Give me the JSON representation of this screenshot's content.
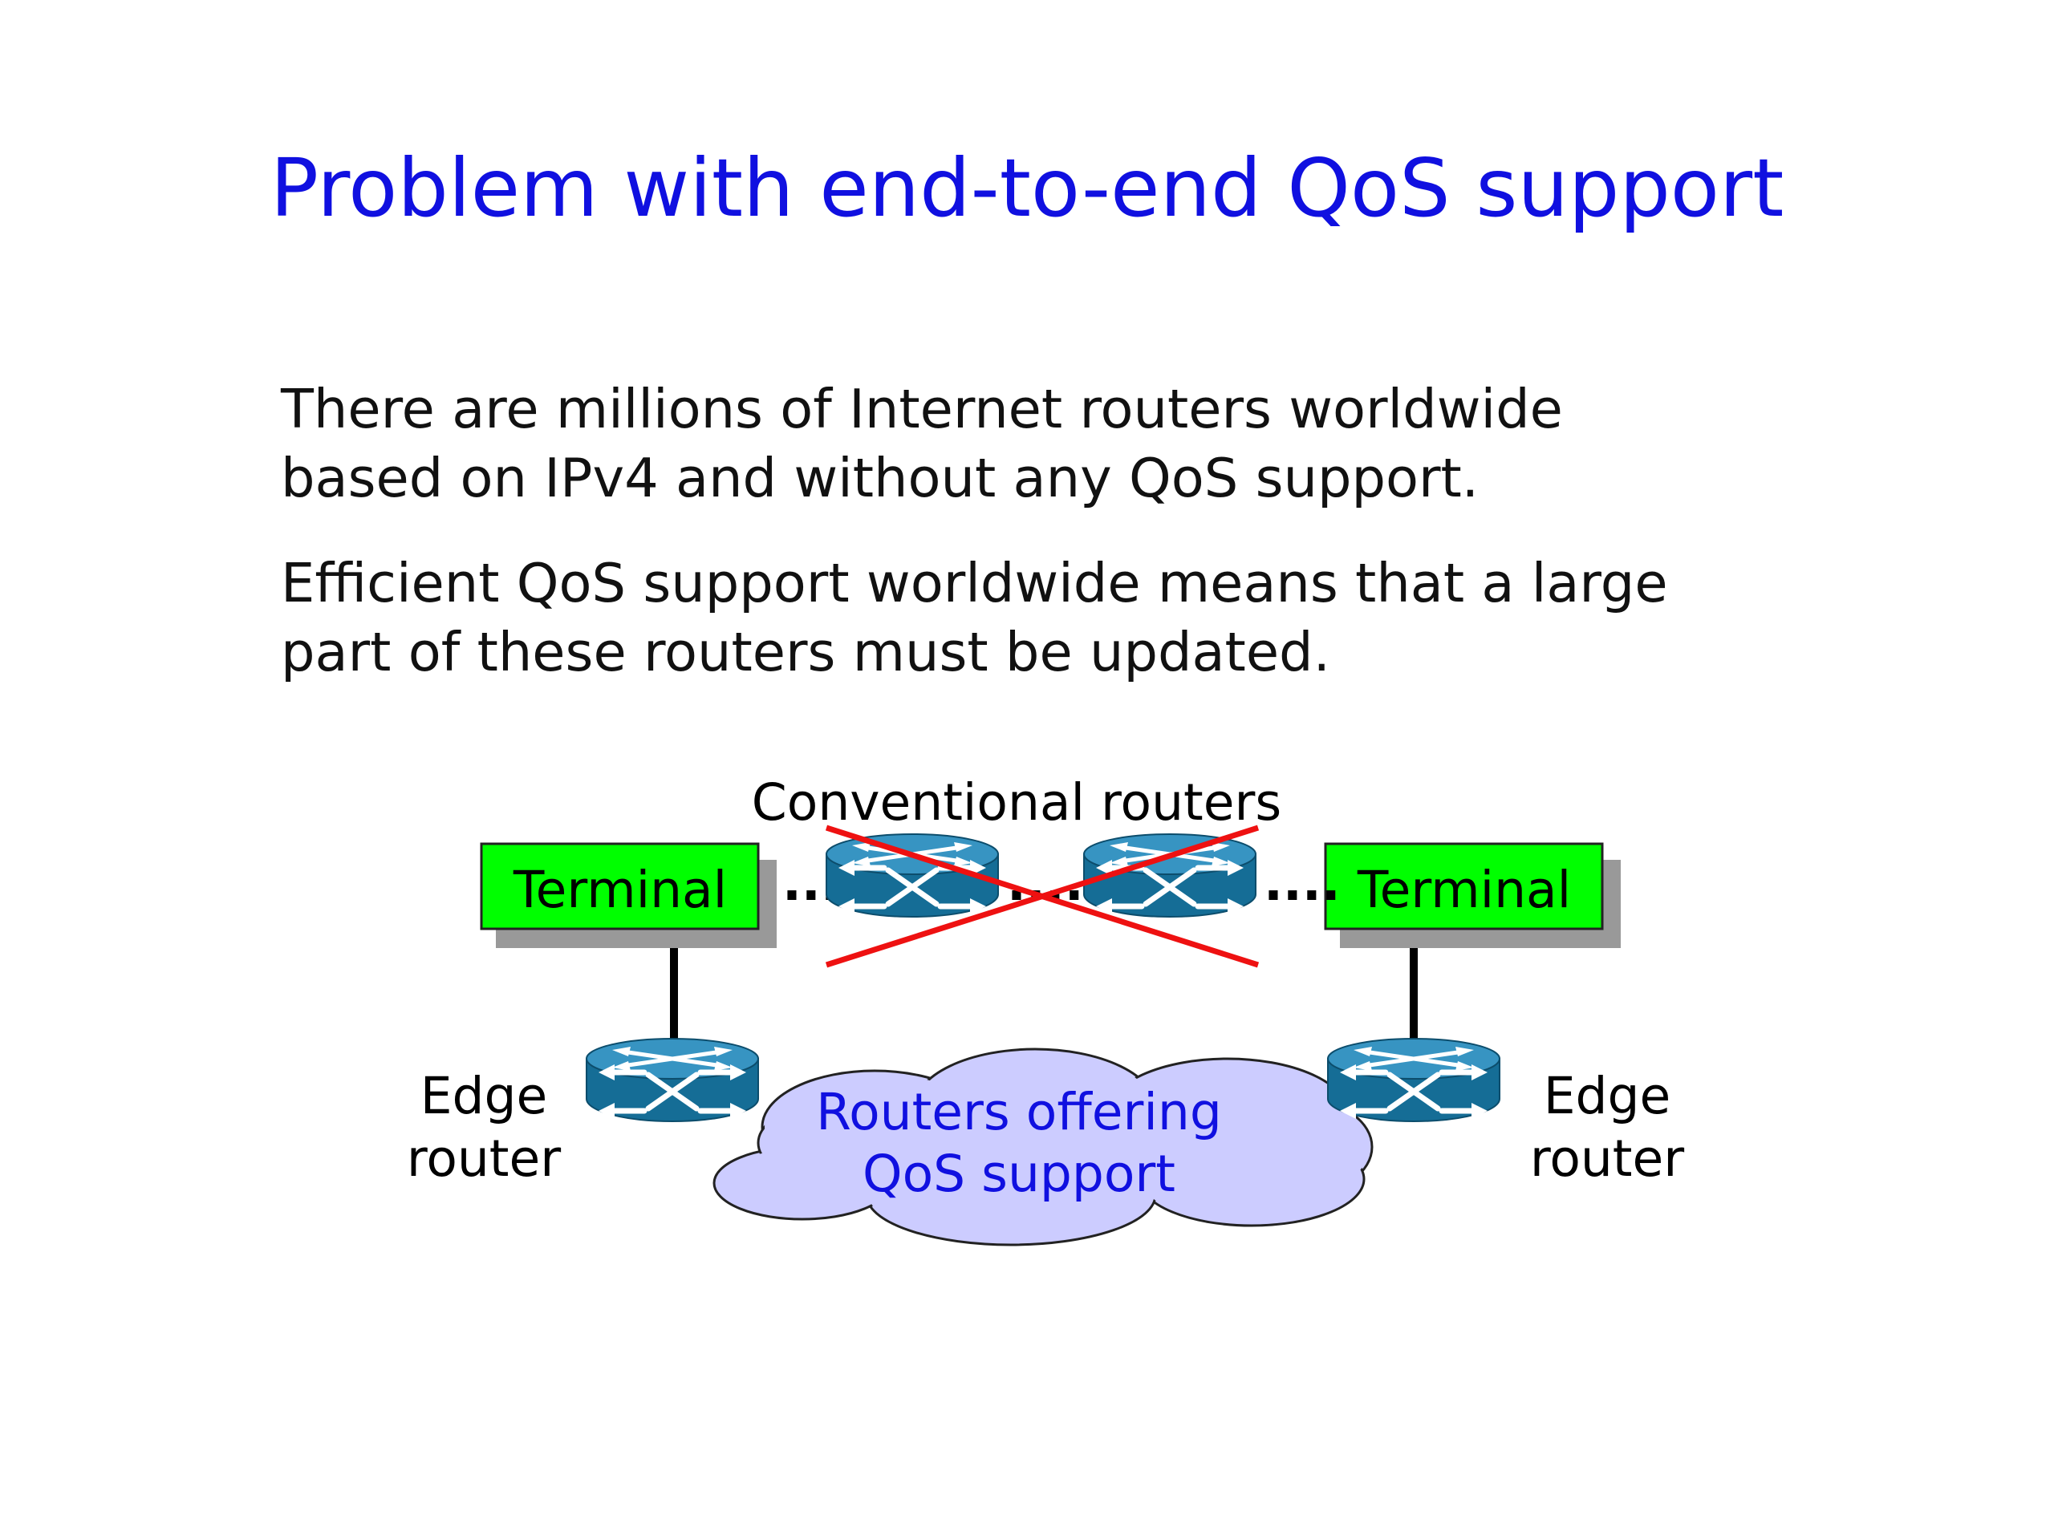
{
  "slide": {
    "title": "Problem with end-to-end QoS support",
    "paragraphs": [
      {
        "lines": [
          "There are millions of Internet routers worldwide",
          "based on IPv4 and without any QoS support."
        ]
      },
      {
        "lines": [
          "Efficient QoS support worldwide means that a large",
          "part of these routers must be updated."
        ]
      }
    ]
  },
  "diagram": {
    "conventional_label": "Conventional routers",
    "terminal_left": "Terminal",
    "terminal_right": "Terminal",
    "edge_left": [
      "Edge",
      "router"
    ],
    "edge_right": [
      "Edge",
      "router"
    ],
    "cloud_label": [
      "Routers offering",
      "QoS support"
    ],
    "link_dots": "....",
    "colors": {
      "terminal_fill": "#00ff00",
      "router_fill": "#1a7ba6",
      "cloud_fill": "#ccccff",
      "cloud_text": "#1010e0",
      "cross": "#ee1111",
      "title": "#1010e0"
    }
  }
}
